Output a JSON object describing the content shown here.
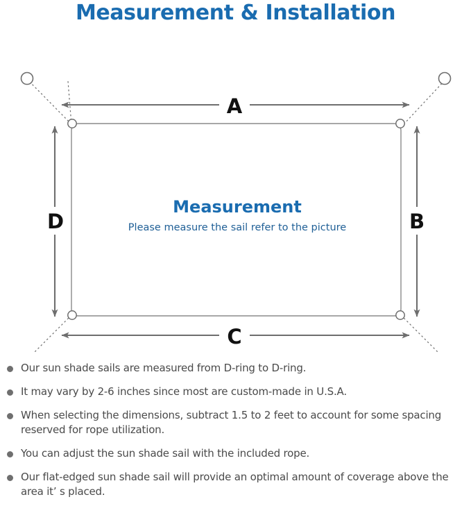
{
  "header": {
    "title": "Measurement & Installation",
    "title_color": "#1a6cb0"
  },
  "diagram": {
    "name": "sun-shade-sail-measurement-diagram",
    "center_title": "Measurement",
    "center_subtitle": "Please measure the sail refer to the picture",
    "dimension_labels": {
      "top": "A",
      "right": "B",
      "bottom": "C",
      "left": "D"
    },
    "line_color": "#6e6e6e",
    "sail_edge_color": "#8a8a8a",
    "anchor_count": 4,
    "d_ring_count": 4
  },
  "notes": {
    "bullet_color": "#6f6f6f",
    "items": [
      "Our sun shade sails are measured from D-ring to D-ring.",
      "It may vary by 2-6 inches since most are custom-made in U.S.A.",
      "When selecting the dimensions, subtract 1.5 to 2 feet to account for some spacing reserved for rope utilization.",
      "You can adjust the sun shade sail with the included rope.",
      "Our flat-edged sun shade sail will provide an optimal amount of coverage above the area it’ s placed."
    ]
  }
}
